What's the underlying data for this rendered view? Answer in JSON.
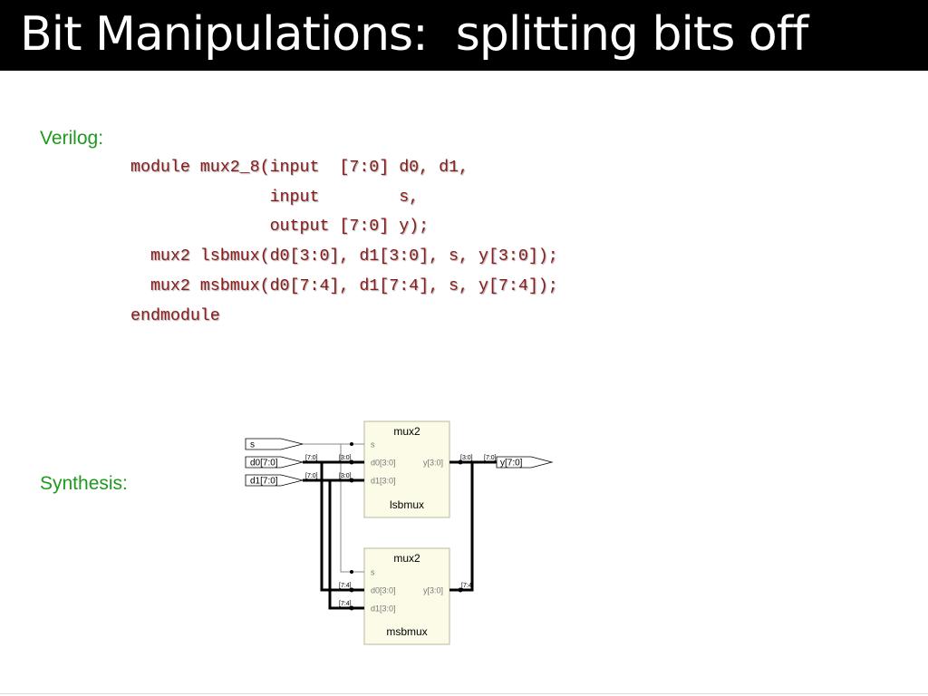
{
  "slide": {
    "title": "Bit Manipulations:  splitting bits off",
    "verilog_label": "Verilog:",
    "synthesis_label": "Synthesis:"
  },
  "code": {
    "lines": [
      "module mux2_8(input  [7:0] d0, d1,",
      "              input        s,",
      "              output [7:0] y);",
      "",
      "  mux2 lsbmux(d0[3:0], d1[3:0], s, y[3:0]);",
      "  mux2 msbmux(d0[7:4], d1[7:4], s, y[7:4]);",
      "endmodule"
    ]
  },
  "schematic": {
    "inputs": {
      "s": "s",
      "d0": "d0[7:0]",
      "d1": "d1[7:0]"
    },
    "output": "y[7:0]",
    "blocks": [
      {
        "type": "mux2",
        "instance": "lsbmux",
        "pins": {
          "s": "s",
          "d0": "d0[3:0]",
          "d1": "d1[3:0]",
          "y": "y[3:0]"
        }
      },
      {
        "type": "mux2",
        "instance": "msbmux",
        "pins": {
          "s": "s",
          "d0": "d0[3:0]",
          "d1": "d1[3:0]",
          "y": "y[3:0]"
        }
      }
    ],
    "bus_labels": {
      "d0_in": "[7:0]",
      "d1_in": "[7:0]",
      "lsb_d0": "[3:0]",
      "lsb_d1": "[3:0]",
      "msb_d0": "[7:4]",
      "msb_d1": "[7:4]",
      "lsb_y": "[3:0]",
      "msb_y": "[7:4]",
      "y_out": "[7:0]"
    },
    "colors": {
      "block_fill": "#fbfbe8",
      "block_stroke": "#b9b99c",
      "wire": "#000000",
      "thin_wire": "#888888"
    }
  },
  "colors": {
    "title_bg": "#000000",
    "title_text": "#ffffff",
    "label": "#1d9a1d",
    "code": "#8b1a1a"
  }
}
